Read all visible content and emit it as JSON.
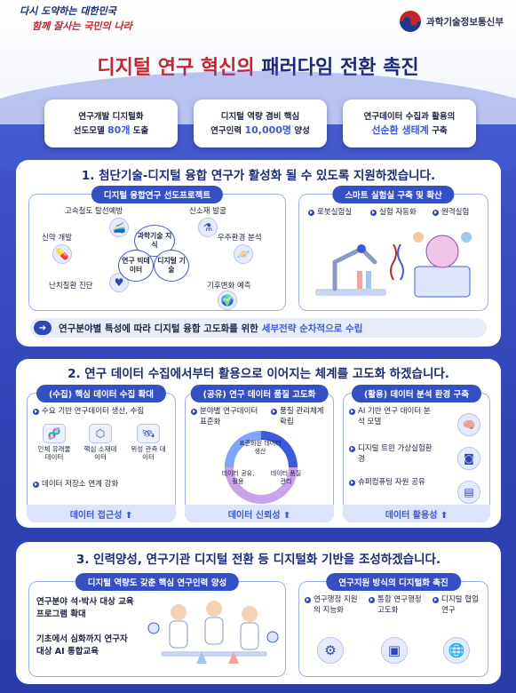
{
  "header": {
    "slogan_line1": "다시 도약하는 대한민국",
    "slogan_line2": "함께 잘사는 국민의 나라",
    "ministry": "과학기술정보통신부",
    "title_part1": "디지털 연구 혁신의",
    "title_part2": "패러다임 전환 촉진"
  },
  "kpis": [
    {
      "line1": "연구개발 디지털화",
      "line2_pre": "선도모델",
      "line2_hl": "80개",
      "line2_post": "도출"
    },
    {
      "line1": "디지털 역량 겸비 핵심",
      "line2_pre": "연구인력",
      "line2_hl": "10,000명",
      "line2_post": "양성"
    },
    {
      "line1": "연구데이터 수집과 활용의",
      "line2_pre": "",
      "line2_hl": "선순환 생태계",
      "line2_post": "구축"
    }
  ],
  "section1": {
    "title": "1. 첨단기술-디지털 융합 연구가 활성화 될 수 있도록 지원하겠습니다.",
    "left_pill": "디지털 융합연구 선도프로젝트",
    "nodes": [
      "고속철도 탈선예방",
      "신소재 발굴",
      "신약 개발",
      "우주환경 분석",
      "난치질환 진단",
      "기후변화 예측"
    ],
    "circles": [
      "과학기술 지식",
      "연구 빅데이터",
      "디지털 기술"
    ],
    "right_pill": "스마트 실험실 구축 및 확산",
    "lab_items": [
      "로봇실험실",
      "실험 자동화",
      "원격실험"
    ],
    "callout_pre": "연구분야별 특성에 따라 디지털 융합 고도화를 위한",
    "callout_hl": "세부전략 순차적으로 수립"
  },
  "section2": {
    "title": "2. 연구 데이터 수집에서부터 활용으로 이어지는 체계를 고도화 하겠습니다.",
    "col1": {
      "pill": "(수집) 핵심 데이터 수집 확대",
      "bullet1": "수요 기반 연구데이터 생산, 수집",
      "minis": [
        "인체 유래물 데이터",
        "핵심 소재데이터",
        "위성 관측 데이터"
      ],
      "bullet2": "데이터 저장소 연계 강화",
      "footer": "데이터 접근성 ⬆"
    },
    "col2": {
      "pill": "(공유) 연구 데이터 품질 고도화",
      "bullet1": "분야별 연구데이터 표준화",
      "bullet2": "품질 관리체계 확립",
      "c_top": "표준화된 데이터 생산",
      "c_left": "데이터 공유, 활용",
      "c_right": "데이터 품질 관리",
      "footer": "데이터 신뢰성 ⬆"
    },
    "col3": {
      "pill": "(활용) 데이터 분석 환경 구축",
      "items": [
        "AI 기반 연구 데이터 분석 모델",
        "디지털 트윈 가상실험환경",
        "슈퍼컴퓨팅 자원 공유"
      ],
      "footer": "데이터 활용성 ⬆"
    }
  },
  "section3": {
    "title": "3. 인력양성, 연구기관 디지털 전환 등 디지털화 기반을 조성하겠습니다.",
    "left_pill": "디지털 역량도 갖춘 핵심 연구인력 양성",
    "left_text1": "연구분야 석·박사 대상 교육 프로그램 확대",
    "left_text2": "기초에서 심화까지 연구자 대상 AI 통합교육",
    "right_pill": "연구지원 방식의 디지털화 촉진",
    "right_items": [
      "연구행정 지원의 지능화",
      "통합 연구행정 고도화",
      "디지털 협업 연구"
    ]
  }
}
